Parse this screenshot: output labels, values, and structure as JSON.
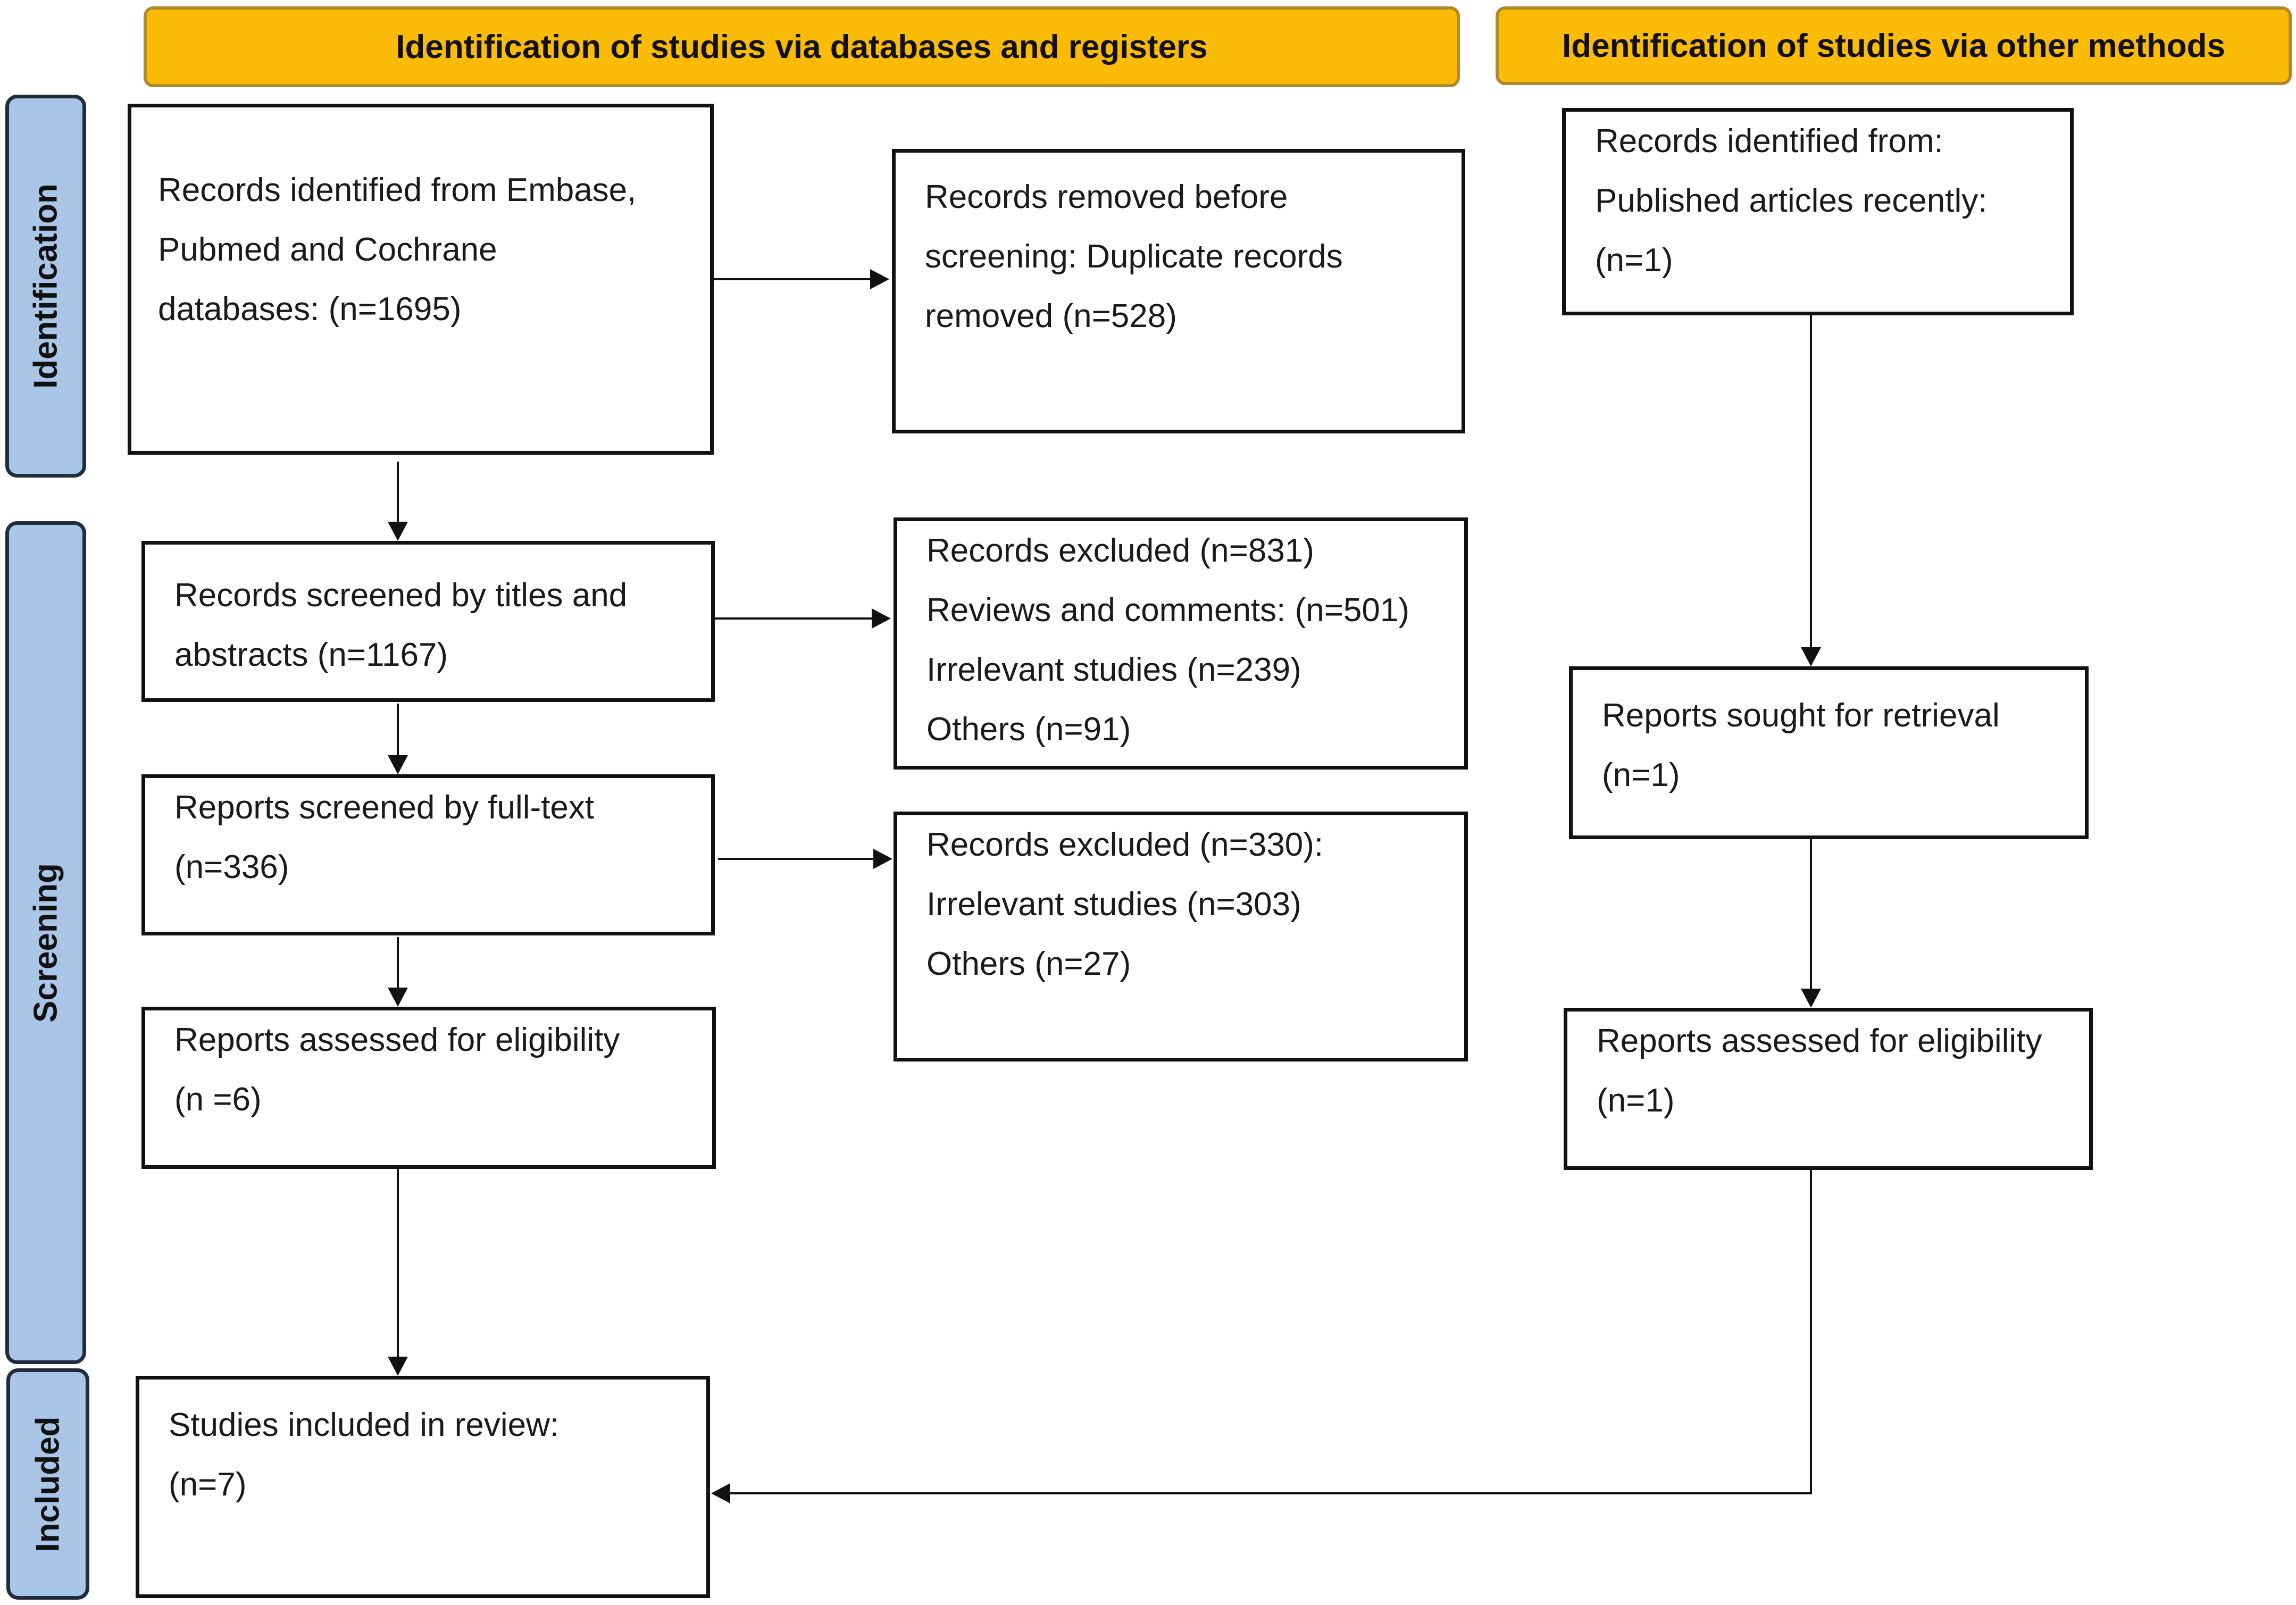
{
  "headers": {
    "databases": "Identification of studies via databases and registers",
    "other": "Identification of studies via other methods"
  },
  "phases": {
    "identification": "Identification",
    "screening": "Screening",
    "included": "Included"
  },
  "boxes": {
    "records_identified": [
      "Records identified from Embase,",
      "Pubmed and Cochrane",
      "databases: (n=1695)"
    ],
    "records_removed": [
      "Records removed before",
      "screening: Duplicate records",
      "removed (n=528)"
    ],
    "other_identified": [
      "Records identified from:",
      "Published articles recently:",
      "(n=1)"
    ],
    "screened_titles": [
      "Records screened by titles and",
      "abstracts (n=1167)"
    ],
    "excluded_831": [
      "Records excluded (n=831)",
      "Reviews and comments: (n=501)",
      "Irrelevant studies (n=239)",
      "Others (n=91)"
    ],
    "sought_retrieval": [
      "Reports sought for retrieval",
      "(n=1)"
    ],
    "screened_fulltext": [
      "Reports screened by full-text",
      "(n=336)"
    ],
    "excluded_330": [
      "Records excluded (n=330):",
      "Irrelevant studies (n=303)",
      "Others (n=27)"
    ],
    "assessed_db": [
      "Reports assessed for eligibility",
      "(n =6)"
    ],
    "assessed_other": [
      "Reports assessed for eligibility",
      "(n=1)"
    ],
    "included": [
      "Studies included in review:",
      "(n=7)"
    ]
  }
}
